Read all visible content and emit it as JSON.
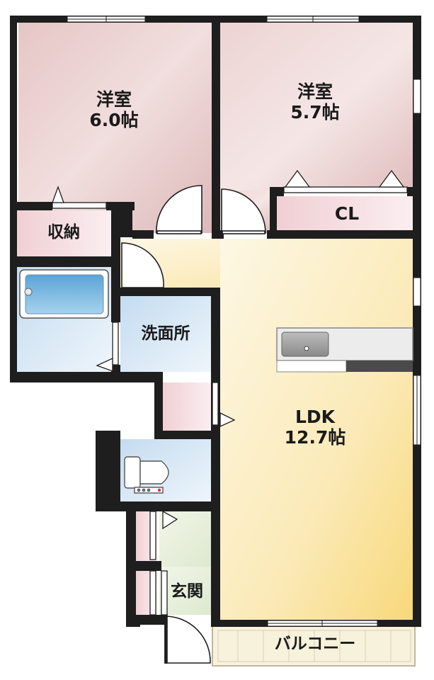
{
  "rooms": {
    "western_room_1": {
      "name": "洋室",
      "size": "6.0帖"
    },
    "western_room_2": {
      "name": "洋室",
      "size": "5.7帖"
    },
    "closet": {
      "name": "CL"
    },
    "storage": {
      "name": "収納"
    },
    "washroom": {
      "name": "洗面所"
    },
    "ldk": {
      "name": "LDK",
      "size": "12.7帖"
    },
    "entrance": {
      "name": "玄関"
    },
    "balcony": {
      "name": "バルコニー"
    }
  },
  "colors": {
    "wall": "#1e1e1e",
    "western_room": "#ead2d2",
    "storage": "#f6dde0",
    "wet_area": "#d6e6f4",
    "ldk": "#fbe9b6",
    "entrance": "#e6efd8",
    "balcony": "#f7f3df",
    "bathtub": "#7fb8de"
  },
  "icons": [
    "bathtub-icon",
    "toilet-icon",
    "kitchen-sink-icon",
    "door-swing-icon",
    "window-icon"
  ]
}
